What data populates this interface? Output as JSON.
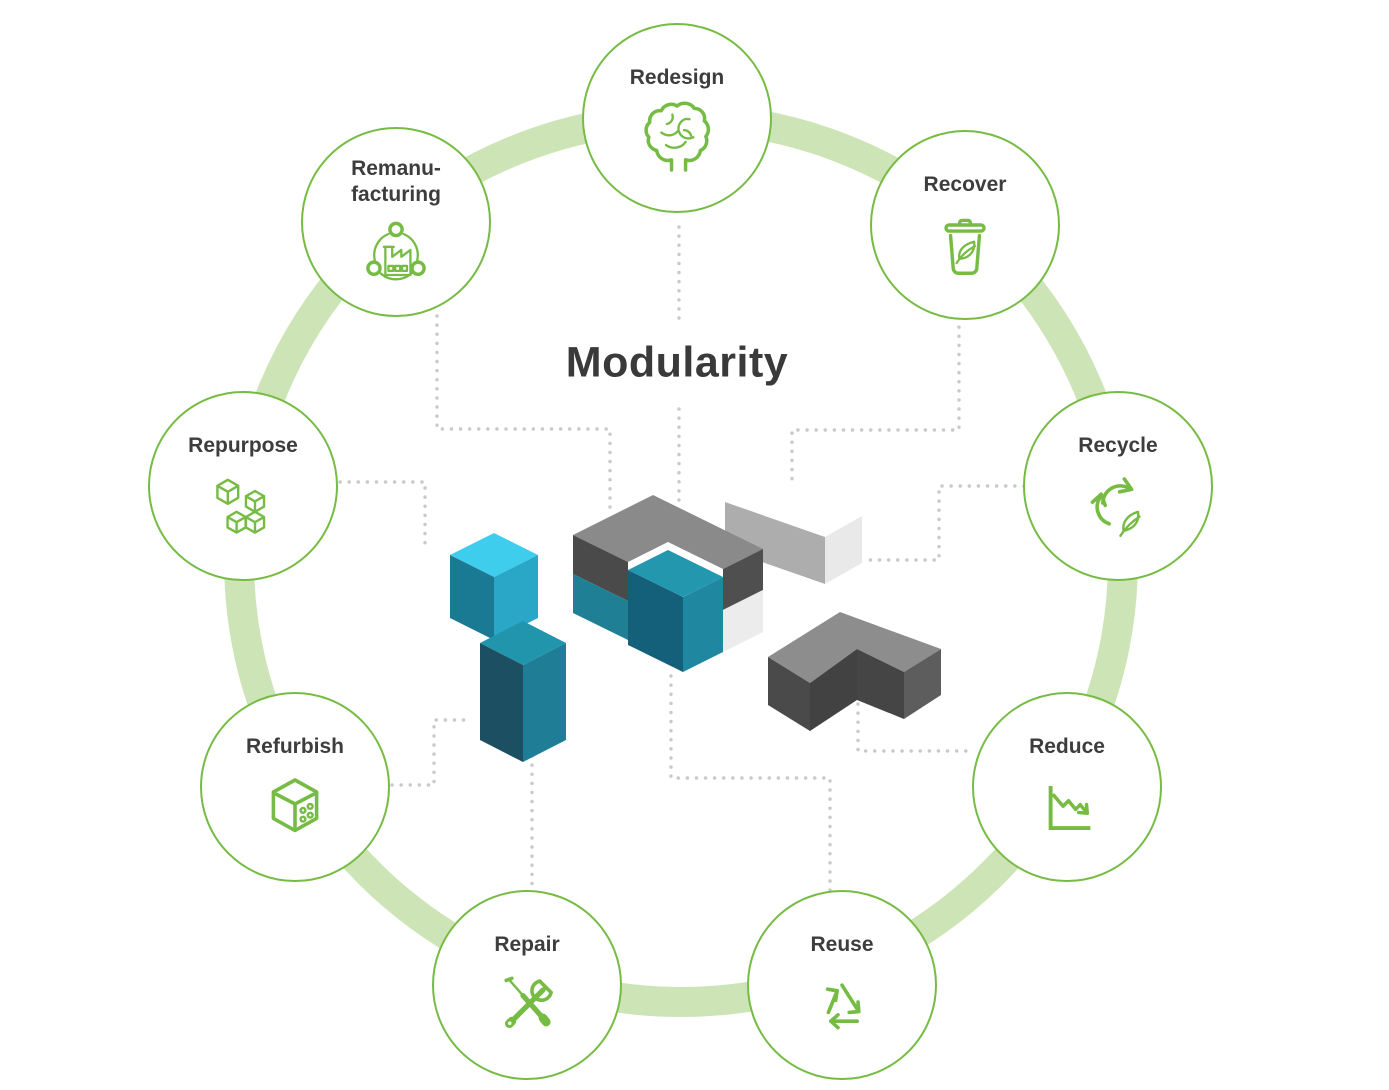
{
  "title": "Modularity",
  "nodes": [
    {
      "id": "redesign",
      "label": "Redesign",
      "icon": "brain-icon"
    },
    {
      "id": "recover",
      "label": "Recover",
      "icon": "trash-leaf-icon"
    },
    {
      "id": "recycle",
      "label": "Recycle",
      "icon": "recycle-leaf-icon"
    },
    {
      "id": "reduce",
      "label": "Reduce",
      "icon": "declining-chart-icon"
    },
    {
      "id": "reuse",
      "label": "Reuse",
      "icon": "recycle-arrows-icon"
    },
    {
      "id": "repair",
      "label": "Repair",
      "icon": "tools-icon"
    },
    {
      "id": "refurbish",
      "label": "Refurbish",
      "icon": "cube-dots-icon"
    },
    {
      "id": "repurpose",
      "label": "Repurpose",
      "icon": "stacked-cubes-icon"
    },
    {
      "id": "remanufacturing",
      "label": "Remanu-\nfacturing",
      "icon": "factory-cycle-icon"
    }
  ],
  "colors": {
    "ring_green": "#cde4b6",
    "node_border_green": "#76bb43",
    "icon_green": "#76bb43",
    "title_color": "#3a3a3a",
    "label_color": "#3d3d3d",
    "connector_gray": "#c9c9c9",
    "cyan_top": "#3ecdec",
    "cyan_left": "#1a7a94",
    "cyan_right": "#2aa6c6",
    "teal_top": "#2095ac",
    "teal_left": "#1c4f61",
    "teal_right": "#1f7e95",
    "big_gray_top": "#8a8a8a",
    "big_dark_left": "#4a4a4a",
    "big_teal_left": "#1f8095",
    "col_top": "#2397ae",
    "col_left": "#14607a",
    "col_right": "#1f87a0",
    "right_dark": "#4f4f4f",
    "right_light": "#ececec",
    "plank_gray": "#adadad",
    "plank_light": "#e9e9e9",
    "l_top": "#8d8d8d",
    "l_left": "#4a4a4a",
    "l_notch": "#424242",
    "l_front": "#454545",
    "l_end": "#5d5d5d"
  }
}
